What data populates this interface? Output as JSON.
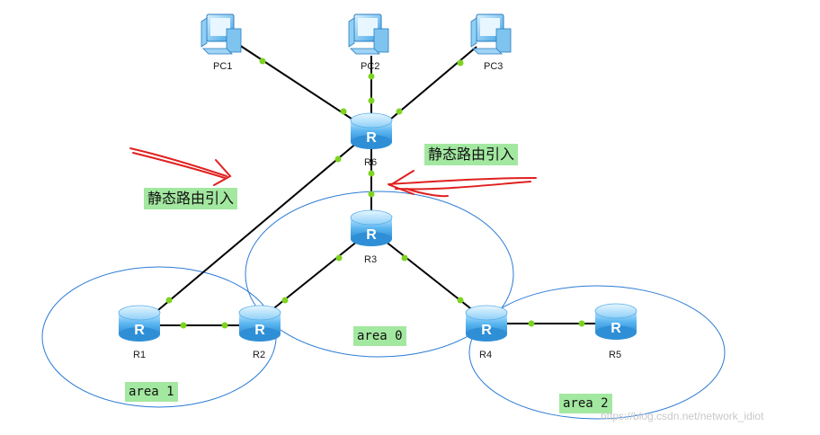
{
  "devices": {
    "pc1": {
      "label": "PC1"
    },
    "pc2": {
      "label": "PC2"
    },
    "pc3": {
      "label": "PC3"
    },
    "r1": {
      "label": "R1"
    },
    "r2": {
      "label": "R2"
    },
    "r3": {
      "label": "R3"
    },
    "r4": {
      "label": "R4"
    },
    "r5": {
      "label": "R5"
    },
    "r6": {
      "label": "R6"
    }
  },
  "router_glyph": "R",
  "areas": {
    "area0": {
      "label": "area 0"
    },
    "area1": {
      "label": "area 1"
    },
    "area2": {
      "label": "area 2"
    }
  },
  "annotations": {
    "left_note": "静态路由引入",
    "right_note": "静态路由引入"
  },
  "watermark": "https://blog.csdn.net/network_idiot",
  "colors": {
    "area_ellipse": "#2b7bd6",
    "link": "#000000",
    "port_dot": "#7ed321",
    "label_bg": "#a3e8a0",
    "arrow": "#e02020",
    "router_body": "#4aa8e8"
  }
}
